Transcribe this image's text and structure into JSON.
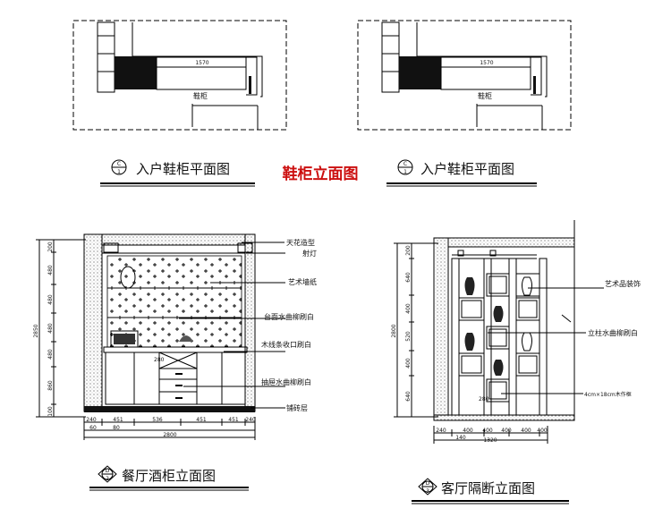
{
  "header_title": "鞋柜立面图",
  "plans": [
    {
      "title": "入户鞋柜平面图",
      "badge_top": "C",
      "badge_bottom": "1",
      "dimension": "1570",
      "cabinet_label": "鞋柜"
    },
    {
      "title": "入户鞋柜平面图",
      "badge_top": "C",
      "badge_bottom": "1",
      "dimension": "1570",
      "cabinet_label": "鞋柜"
    }
  ],
  "elevation_dining": {
    "title": "餐厅酒柜立面图",
    "badge_top": "D",
    "badge_bottom": "2",
    "callouts": [
      "天花造型",
      "射灯",
      "艺术墙纸",
      "台面水曲柳刷白",
      "木线条收口刷白",
      "抽屉水曲柳刷白",
      "铺砖层"
    ],
    "left_dims": [
      "200",
      "480",
      "480",
      "480",
      "480",
      "860",
      "100"
    ],
    "total_height": "2850",
    "bottom_dims": [
      "240",
      "451",
      "536",
      "451",
      "451",
      "240"
    ],
    "bottom_dims_2": [
      "60",
      "80"
    ],
    "total_width": "2800",
    "inner_dim": "280"
  },
  "elevation_living": {
    "title": "客厅隔断立面图",
    "badge_top": "D",
    "badge_bottom": "3",
    "callouts": [
      "艺术品装饰",
      "立柱水曲柳刷白",
      "4cm×18cm木作框"
    ],
    "left_dims": [
      "200",
      "640",
      "400",
      "520",
      "400",
      "640"
    ],
    "total_height": "2800",
    "bottom_dims": [
      "240",
      "400",
      "400",
      "400",
      "400",
      "400"
    ],
    "bottom_dims_2": [
      "140",
      "1320"
    ],
    "inner_dim": "280"
  }
}
